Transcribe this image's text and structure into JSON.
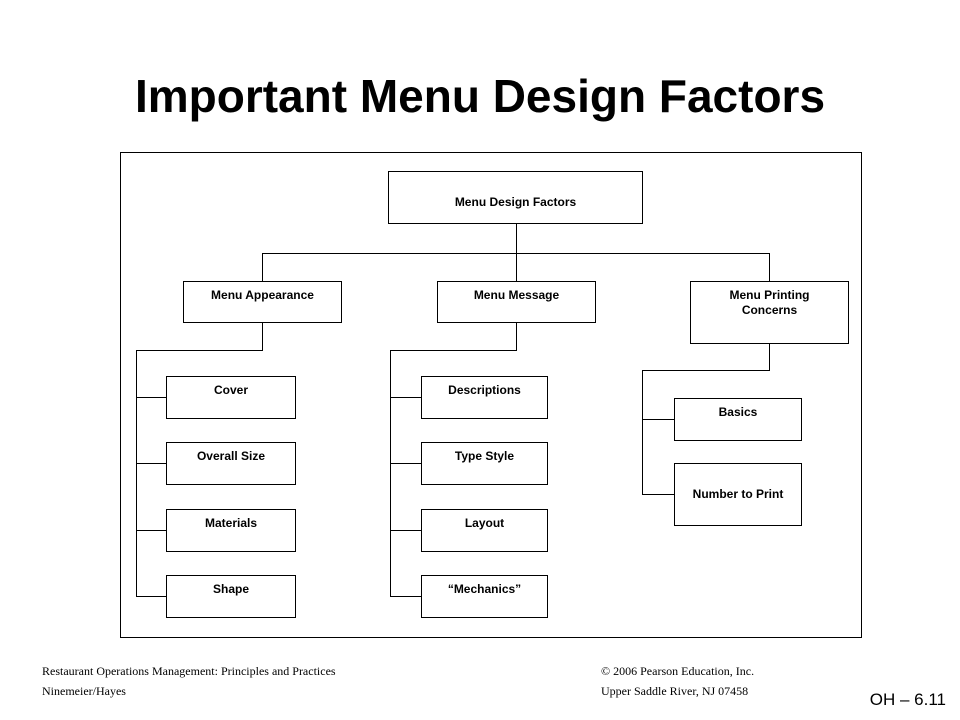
{
  "title": "Important Menu Design Factors",
  "diagram": {
    "root": "Menu Design Factors",
    "branches": [
      {
        "label": "Menu Appearance",
        "children": [
          "Cover",
          "Overall Size",
          "Materials",
          "Shape"
        ]
      },
      {
        "label": "Menu Message",
        "children": [
          "Descriptions",
          "Type Style",
          "Layout",
          "“Mechanics”"
        ]
      },
      {
        "label": "Menu Printing Concerns",
        "children": [
          "Basics",
          "Number to Print"
        ]
      }
    ]
  },
  "footer": {
    "book_title": "Restaurant Operations Management: Principles and Practices",
    "authors": "Ninemeier/Hayes",
    "copyright": "© 2006 Pearson Education, Inc.",
    "location": "Upper Saddle River, NJ 07458",
    "slide_number": "OH – 6.11"
  }
}
